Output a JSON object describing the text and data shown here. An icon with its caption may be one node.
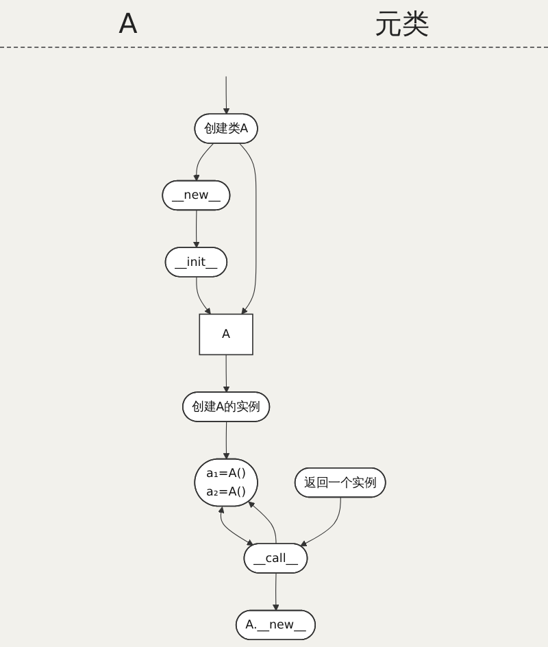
{
  "diagram": {
    "nodes": [
      {
        "text": [
          "创建类A"
        ]
      },
      {
        "text": [
          "__new__"
        ]
      },
      {
        "text": [
          "__init__"
        ]
      },
      {
        "text": [
          "A"
        ]
      },
      {
        "text": [
          "创建A的实例"
        ]
      },
      {
        "text": [
          "a₁=A()",
          "a₂=A()"
        ]
      },
      {
        "text": [
          "A.__new__"
        ]
      },
      {
        "text": [
          "__call__"
        ]
      },
      {
        "text": [
          "返回一个实例"
        ]
      }
    ],
    "edges": [
      {
        "from": null,
        "to": 0,
        "arrow": "to"
      },
      {
        "from": 0,
        "to": 1,
        "arrow": "to"
      },
      {
        "from": 1,
        "to": 2,
        "arrow": "to"
      },
      {
        "from": 2,
        "to": 3,
        "arrow": "to"
      },
      {
        "from": 0,
        "to": 3,
        "arrow": "to"
      },
      {
        "from": 3,
        "to": 4,
        "arrow": "to"
      },
      {
        "from": 4,
        "to": 5,
        "arrow": "to"
      },
      {
        "from": 5,
        "to": 7,
        "arrow": "both"
      },
      {
        "from": 7,
        "to": 5,
        "arrow": "to"
      },
      {
        "from": 7,
        "to": 6,
        "arrow": "to"
      },
      {
        "from": 8,
        "to": 7,
        "arrow": "to"
      }
    ],
    "labels": [
      "A",
      "元类"
    ]
  }
}
